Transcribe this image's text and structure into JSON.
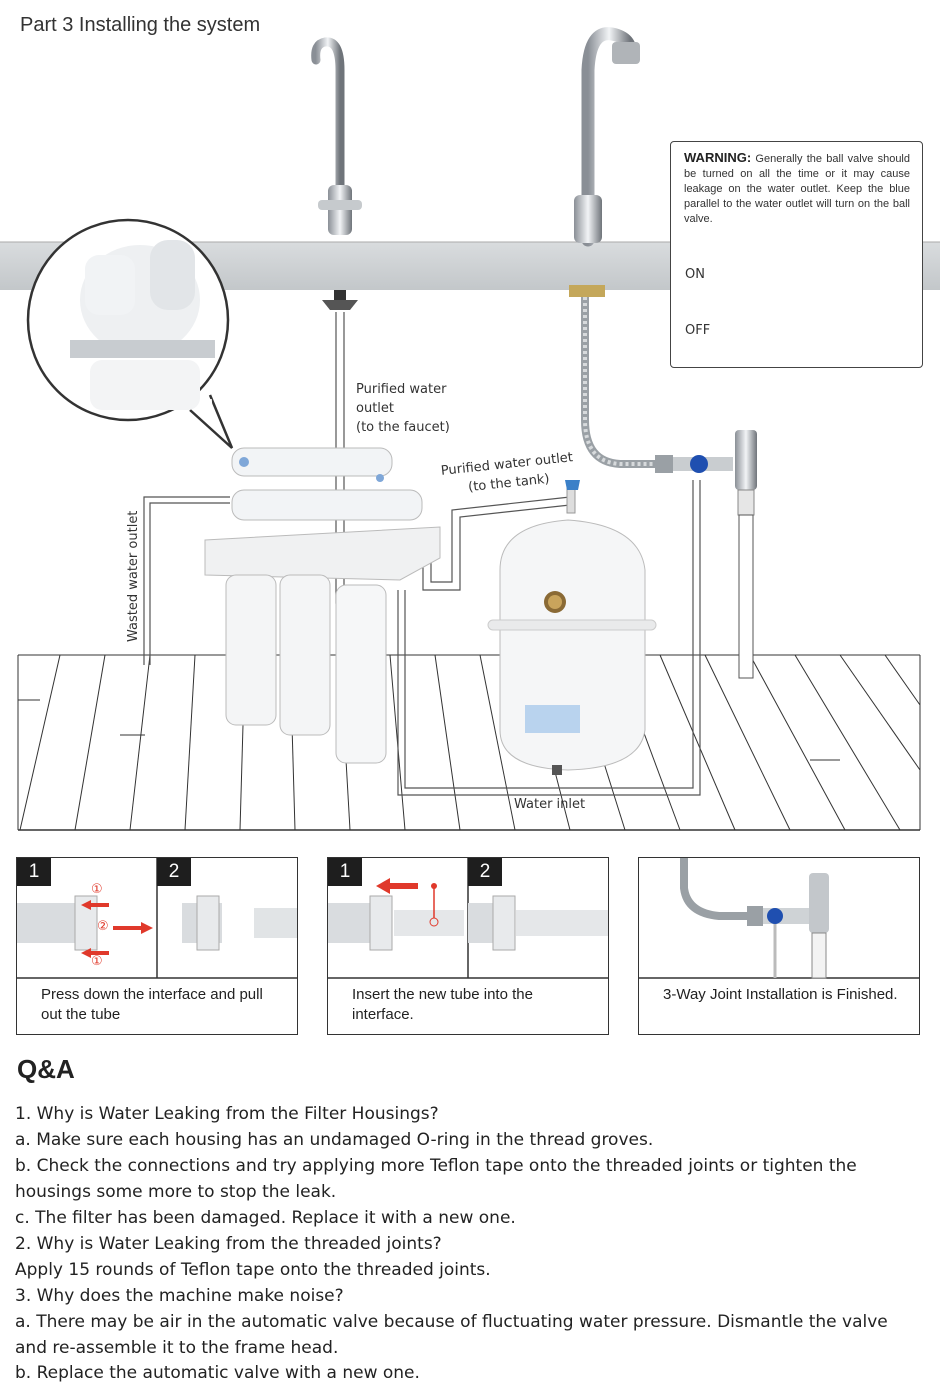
{
  "header": {
    "title": "Part 3  Installing the system"
  },
  "diagram": {
    "labels": {
      "purified_faucet": [
        "Purified water",
        "outlet",
        "(to the faucet)"
      ],
      "purified_tank": [
        "Purified water outlet",
        "(to the tank)"
      ],
      "wasted_outlet": "Wasted water outlet",
      "water_inlet": "Water inlet"
    },
    "warning": {
      "heading": "WARNING:",
      "text": "Generally the ball valve should be turned on all the time or it may cause leakage on the water outlet. Keep the blue parallel to the water outlet will turn on the ball valve.",
      "on_label": "ON",
      "off_label": "OFF"
    }
  },
  "steps": [
    {
      "badge_1": "1",
      "badge_2": "2",
      "markers": [
        "①",
        "②",
        "①"
      ],
      "caption": "Press down the interface and pull out the tube"
    },
    {
      "badge_1": "1",
      "badge_2": "2",
      "caption": "Insert the new tube into the interface."
    },
    {
      "caption": "3-Way Joint Installation is Finished."
    }
  ],
  "qa": {
    "heading": "Q&A",
    "lines": [
      "1. Why is Water Leaking from the Filter Housings?",
      "a. Make sure each housing has an undamaged O-ring in the thread groves.",
      "b. Check the connections and try applying more Teflon tape onto the threaded joints or tighten the",
      "housings some more to stop the leak.",
      "c. The filter has been damaged. Replace it with a new one.",
      "2. Why is Water Leaking from the threaded joints?",
      "Apply 15 rounds of Teflon tape onto the threaded joints.",
      "3. Why does the machine make noise?",
      "a. There may be air in the automatic valve because of fluctuating water pressure. Dismantle the valve",
      "and re-assemble it to the frame head.",
      "b. Replace the automatic valve with a new one."
    ]
  },
  "colors": {
    "accent_red": "#e0392b",
    "valve_blue": "#1f4fb0",
    "line": "#555555"
  }
}
